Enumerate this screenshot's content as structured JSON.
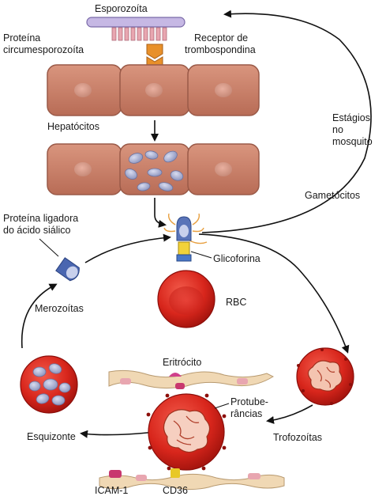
{
  "labels": {
    "sporozoite": "Esporozoíta",
    "cs_protein_line1": "Proteína",
    "cs_protein_line2": "circumesporozoíta",
    "tsp_receptor_line1": "Receptor de",
    "tsp_receptor_line2": "trombospondina",
    "hepatocytes": "Hepatócitos",
    "mosquito_line1": "Estágios",
    "mosquito_line2": "no",
    "mosquito_line3": "mosquito",
    "gametocytes": "Gametócitos",
    "sialic_line1": "Proteína ligadora",
    "sialic_line2": "do ácido siálico",
    "glycophorin": "Glicoforina",
    "rbc": "RBC",
    "merozoites": "Merozoítas",
    "erythrocyte": "Eritrócito",
    "knobs_line1": "Protube-",
    "knobs_line2": "râncias",
    "trophozoites": "Trofozoítas",
    "schizont": "Esquizonte",
    "icam": "ICAM-1",
    "cd36": "CD36"
  },
  "colors": {
    "hepatocyte": "#c9806a",
    "hepatocyte_edge": "#9a5a48",
    "rbc": "#d8261c",
    "rbc_dark": "#a51510",
    "parasite": "#9ea6cc",
    "receptor_orange": "#e8902a",
    "glycophorin_yellow": "#f2d23a",
    "sporozoite_purple": "#b8a8d8",
    "merozoite_blue": "#5a74b8",
    "endothelium": "#f0d8b4",
    "icam_magenta": "#c8386e",
    "cd36_yellow": "#e8c828"
  }
}
